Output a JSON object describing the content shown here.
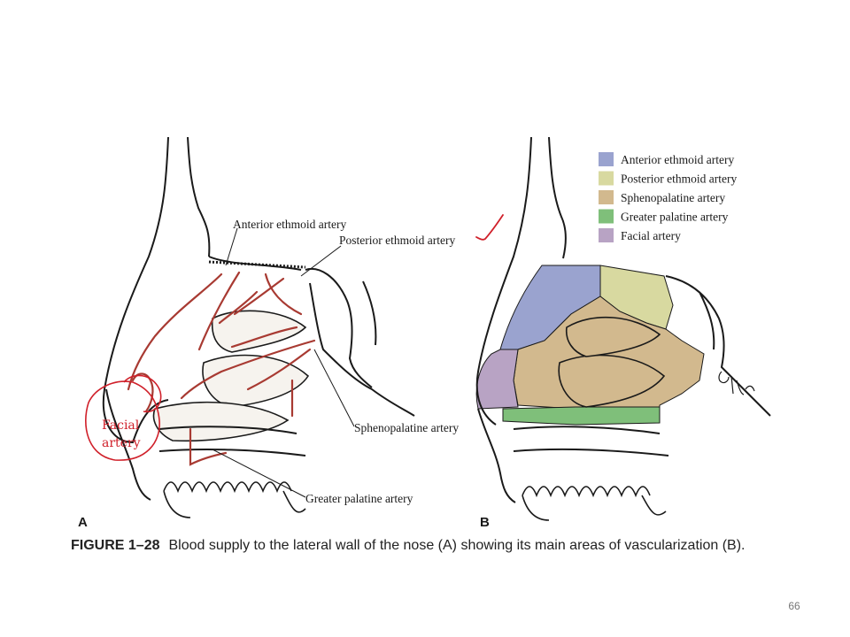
{
  "panel_a": {
    "letter": "A",
    "labels": {
      "anterior_ethmoid": "Anterior ethmoid artery",
      "posterior_ethmoid": "Posterior ethmoid artery",
      "sphenopalatine": "Sphenopalatine artery",
      "greater_palatine": "Greater palatine artery"
    },
    "handwritten_label": [
      "Facial",
      "artery"
    ]
  },
  "panel_b": {
    "letter": "B",
    "legend": [
      {
        "label": "Anterior ethmoid artery",
        "color": "#9aa3cf"
      },
      {
        "label": "Posterior ethmoid artery",
        "color": "#d8d9a0"
      },
      {
        "label": "Sphenopalatine artery",
        "color": "#d2b98e"
      },
      {
        "label": "Greater palatine artery",
        "color": "#7fbf7a"
      },
      {
        "label": "Facial artery",
        "color": "#b8a3c4"
      }
    ]
  },
  "caption": {
    "figure_number": "FIGURE 1–28",
    "text": "Blood supply to the lateral wall of the nose (A) showing its main areas of vascularization (B)."
  },
  "page_number": "66",
  "colors": {
    "handwriting": "#d0202a",
    "artery": "#a83a32",
    "line": "#1a1a1a"
  }
}
